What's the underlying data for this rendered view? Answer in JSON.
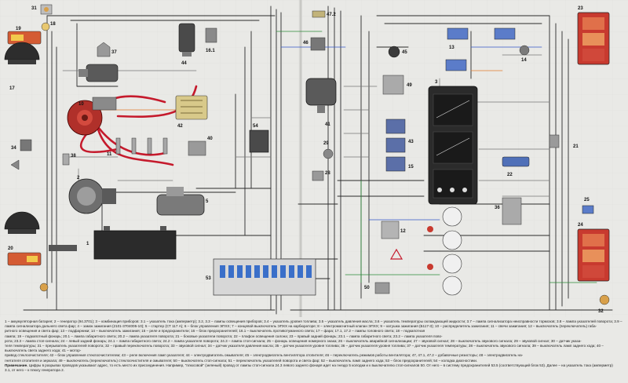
{
  "components": [
    {
      "id": "c31",
      "label": "31"
    },
    {
      "id": "c18",
      "label": "18"
    },
    {
      "id": "c19",
      "label": "19"
    },
    {
      "id": "c20",
      "label": "20"
    },
    {
      "id": "c17",
      "label": "17"
    },
    {
      "id": "c37",
      "label": "37"
    },
    {
      "id": "c44",
      "label": "44"
    },
    {
      "id": "c16",
      "label": "16.1"
    },
    {
      "id": "c10",
      "label": "10"
    },
    {
      "id": "c11",
      "label": "11"
    },
    {
      "id": "c34",
      "label": "34"
    },
    {
      "id": "c38",
      "label": "38"
    },
    {
      "id": "c42",
      "label": "42"
    },
    {
      "id": "c40",
      "label": "40"
    },
    {
      "id": "c2",
      "label": "2"
    },
    {
      "id": "c5",
      "label": "5"
    },
    {
      "id": "c1",
      "label": "1"
    },
    {
      "id": "c53",
      "label": "53"
    },
    {
      "id": "c54",
      "label": "54"
    },
    {
      "id": "c47",
      "label": "47.2"
    },
    {
      "id": "c46",
      "label": "46"
    },
    {
      "id": "c45",
      "label": "45"
    },
    {
      "id": "c41",
      "label": "41"
    },
    {
      "id": "c49",
      "label": "49"
    },
    {
      "id": "c43",
      "label": "43"
    },
    {
      "id": "c15",
      "label": "15"
    },
    {
      "id": "c29",
      "label": "29"
    },
    {
      "id": "c28",
      "label": "28"
    },
    {
      "id": "c12",
      "label": "12"
    },
    {
      "id": "c50",
      "label": "50"
    },
    {
      "id": "c3",
      "label": "3"
    },
    {
      "id": "c36",
      "label": "36"
    },
    {
      "id": "c22",
      "label": "22"
    },
    {
      "id": "c21",
      "label": "21"
    },
    {
      "id": "c23",
      "label": "23"
    },
    {
      "id": "c24",
      "label": "24"
    },
    {
      "id": "c13",
      "label": "13"
    },
    {
      "id": "c14",
      "label": "14"
    },
    {
      "id": "c25",
      "label": "25"
    },
    {
      "id": "c32",
      "label": "32"
    }
  ],
  "legend_lines": [
    "1 – аккумуляторная батарея; 2 – генератор (94.3701); 3 – комбинация приборов: 3.1 – указатель тока (амперметр); 3.2, 3.3 – лампы освещения приборов; 3.4 – указатель уровня топлива; 3.5 – указатель давления масла; 3.6 – указатель температуры охлаждающей жидкости; 3.7 – лампа сигнализатора неисправности тормозов; 3.8 – лампа указателей поворота; 3.9 –",
    "лампа сигнализатора дальнего света фар; 4 – замок зажигания (2101-3704005-10); 5 – стартер (СТ 117 А); 6 – блок управления ЭПХХ; 7 – концевой выключатель ЭПХХ на карбюраторе; 8 – электромагнитный клапан ЭПХХ; 9 – катушка зажигания (Б117-3); 10 – распределитель зажигания; 11 – свечи зажигания; 12 – выключатель (переключатель) габа-",
    "ритного освещения и света фар; 13 – подфарники; 14 – выключатель зажигания; 15 – реле и предохранители; 16 – блок предохранителей; 16.1 – выключатель противотуманного света; 17 – фара; 17.1, 17.2 – лампы головного света; 18 – подкапотная",
    "лампа; 19 – подкапотный фонарь; 20.1 – лампа габаритного света; 20.2 – лампа указателя поворота; 21 – боковые указатели поворота; 22 – плафон освещения салона; 23 – правый задний фонарь; 23.1 – лампа габаритного света; 23.2 – лампа указателя пово-",
    "рота; 23.3 – лампа стоп-сигнала; 24 – левый задний фонарь; 24.1 – лампа габаритного света; 24.2 – лампа указателя поворота; 24.3 – лампа стоп-сигнала; 25 – фонарь освещения номерного знака; 26 – выключатель аварийной сигнализации; 27 – звуковой сигнал; 28 – выключатель звукового сигнала; 29 – звуковой сигнал; 30 – датчик указа-",
    "теля температуры; 31 – прерыватель указателей поворота; 32 – правый переключатель поворота; 33 – звуковой сигнал; 34 – датчик указателя давления масла; 35 – датчик указателя уровня топлива; 36 – датчик указателя уровня топлива; 37 – датчик указателя температуры; 38 – выключатель звукового сигнала; 39 – выключатель ламп заднего хода; 40 – выключатель света заднего хода; 41 – мотор-",
    "привод стеклоочистителя; 42 – блок управления стеклоочистителем; 43 – реле включения ламп указателя; 44 – электродвигатель омывателя; 45 – электродвигатель вентилятора отопителя; 46 – переключатель режимов работы вентилятора; 47, 47.1, 47.2 – добавочные резисторы; 48 – электродвигатель на-",
    "гнетателя отопителя и зеркала; 49 – выключатель (переключатель) стеклоочистителя и омывателя; 50 – выключатель стоп-сигнала; 51 – переключатель указателей поворота и света фар; 52 – выключатель ламп заднего хода; 53 – блок предохранителей; 54 – колодка диагностики."
  ],
  "note_heading": "Примечание.",
  "note_text": "Цифры в разрывах проводов указывают адрес, то есть место их присоединения. Например, \"плюсовой\" (зеленый) провод от лампы стоп-сигнала 24.3 левого заднего фонаря идет на гнездо 5 колодки и к выключателю стоп-сигналов 50. От него – в систему предохранителей 53.5 (соответствующий блок 53). Далее – на указатель тока (амперметр)",
  "note_tail": "3.1, от него – к плюсу генератора 2.",
  "colors": {
    "hv_wire": "#c51a2c",
    "wire_black": "#1a1a1a",
    "wire_grey": "#6a6a6a",
    "wire_green": "#2e8b3a",
    "wire_blue": "#3558c9",
    "wire_orange": "#e07a2c",
    "lamp_red": "#c83a2f",
    "panel_dark": "#2b2b2b"
  }
}
